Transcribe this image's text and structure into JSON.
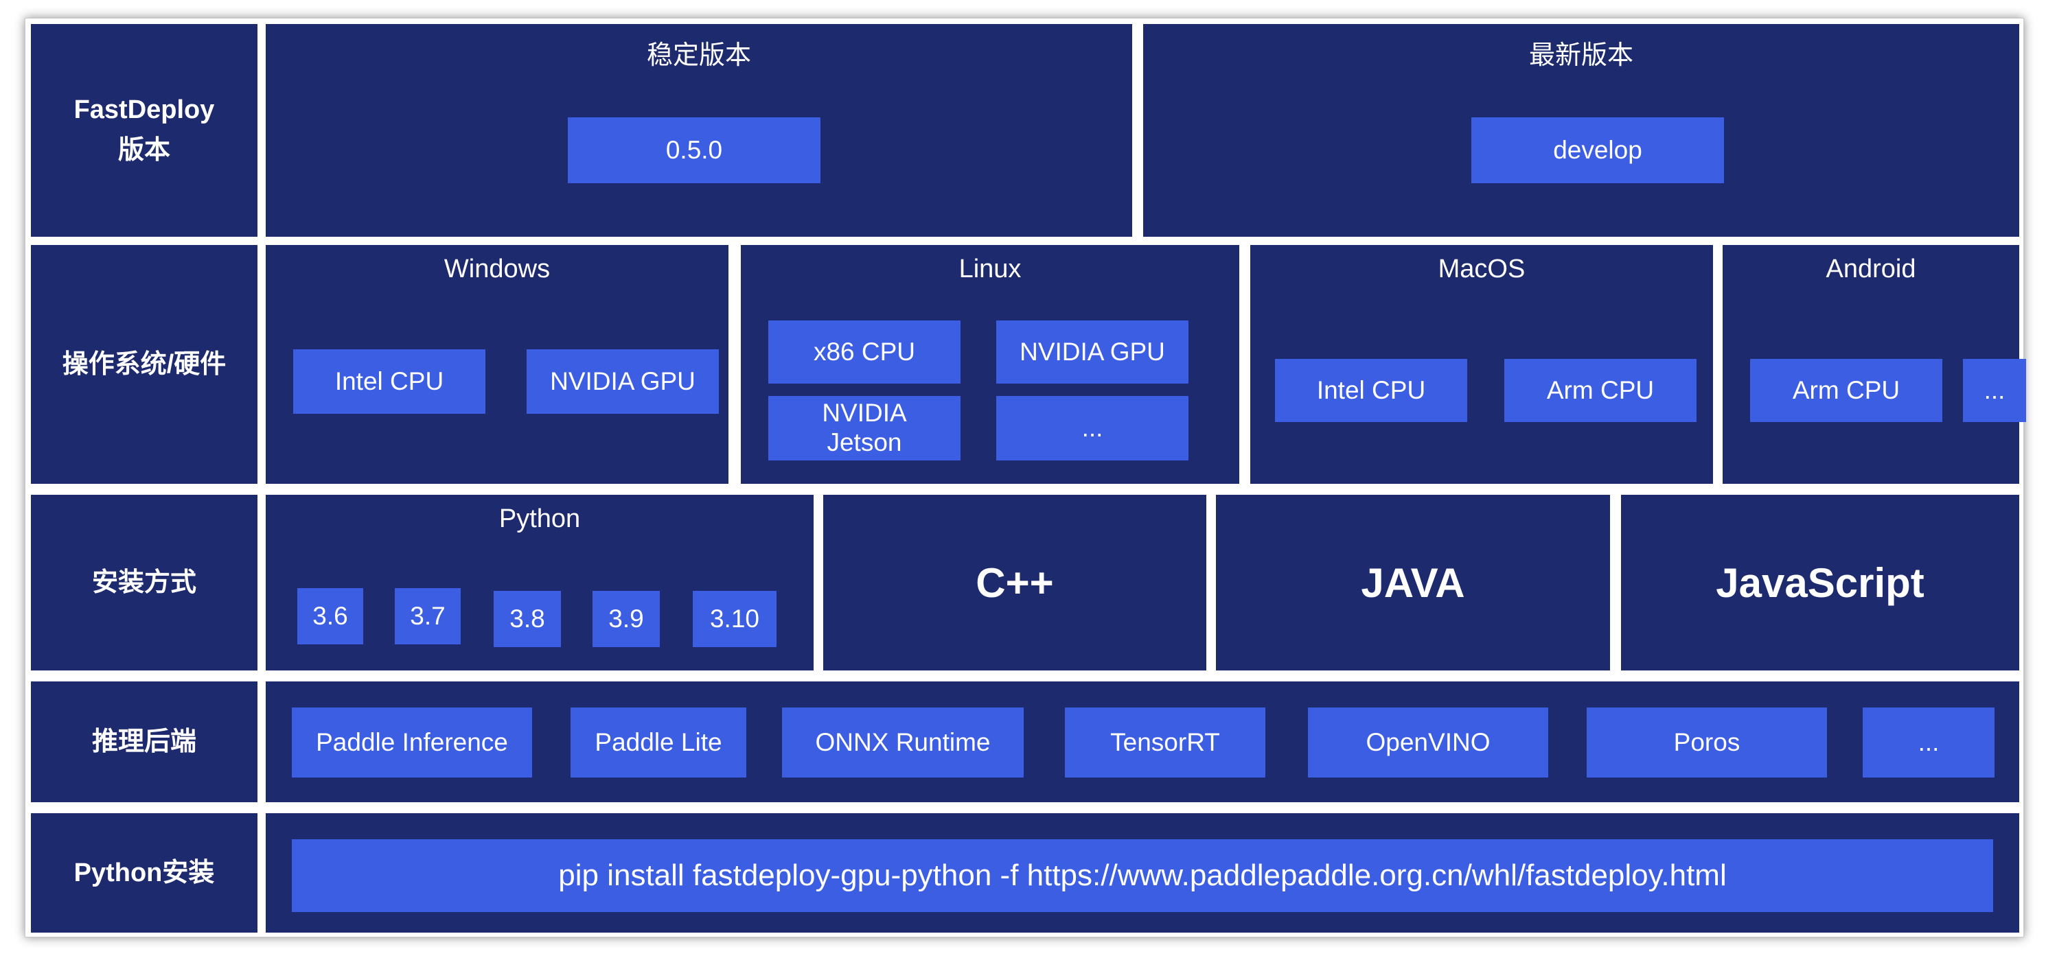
{
  "rows": {
    "version": {
      "label_line1": "FastDeploy",
      "label_line2": "版本",
      "stable": {
        "title": "稳定版本",
        "chip": "0.5.0"
      },
      "latest": {
        "title": "最新版本",
        "chip": "develop"
      }
    },
    "os": {
      "label": "操作系统/硬件",
      "windows": {
        "title": "Windows",
        "chips": [
          "Intel CPU",
          "NVIDIA GPU"
        ]
      },
      "linux": {
        "title": "Linux",
        "chips": [
          "x86 CPU",
          "NVIDIA GPU",
          "NVIDIA Jetson",
          "..."
        ]
      },
      "macos": {
        "title": "MacOS",
        "chips": [
          "Intel CPU",
          "Arm CPU"
        ]
      },
      "android": {
        "title": "Android",
        "chips": [
          "Arm CPU",
          "..."
        ]
      }
    },
    "install": {
      "label": "安装方式",
      "python": {
        "title": "Python",
        "chips": [
          "3.6",
          "3.7",
          "3.8",
          "3.9",
          "3.10"
        ]
      },
      "cpp": "C++",
      "java": "JAVA",
      "javascript": "JavaScript"
    },
    "backend": {
      "label": "推理后端",
      "chips": [
        "Paddle Inference",
        "Paddle Lite",
        "ONNX Runtime",
        "TensorRT",
        "OpenVINO",
        "Poros",
        "..."
      ]
    },
    "pip": {
      "label": "Python安装",
      "command": "pip install fastdeploy-gpu-python -f https://www.paddlepaddle.org.cn/whl/fastdeploy.html"
    }
  },
  "colors": {
    "panel": "#1e2a6e",
    "chip": "#3b5ee3",
    "text": "#ffffff"
  }
}
